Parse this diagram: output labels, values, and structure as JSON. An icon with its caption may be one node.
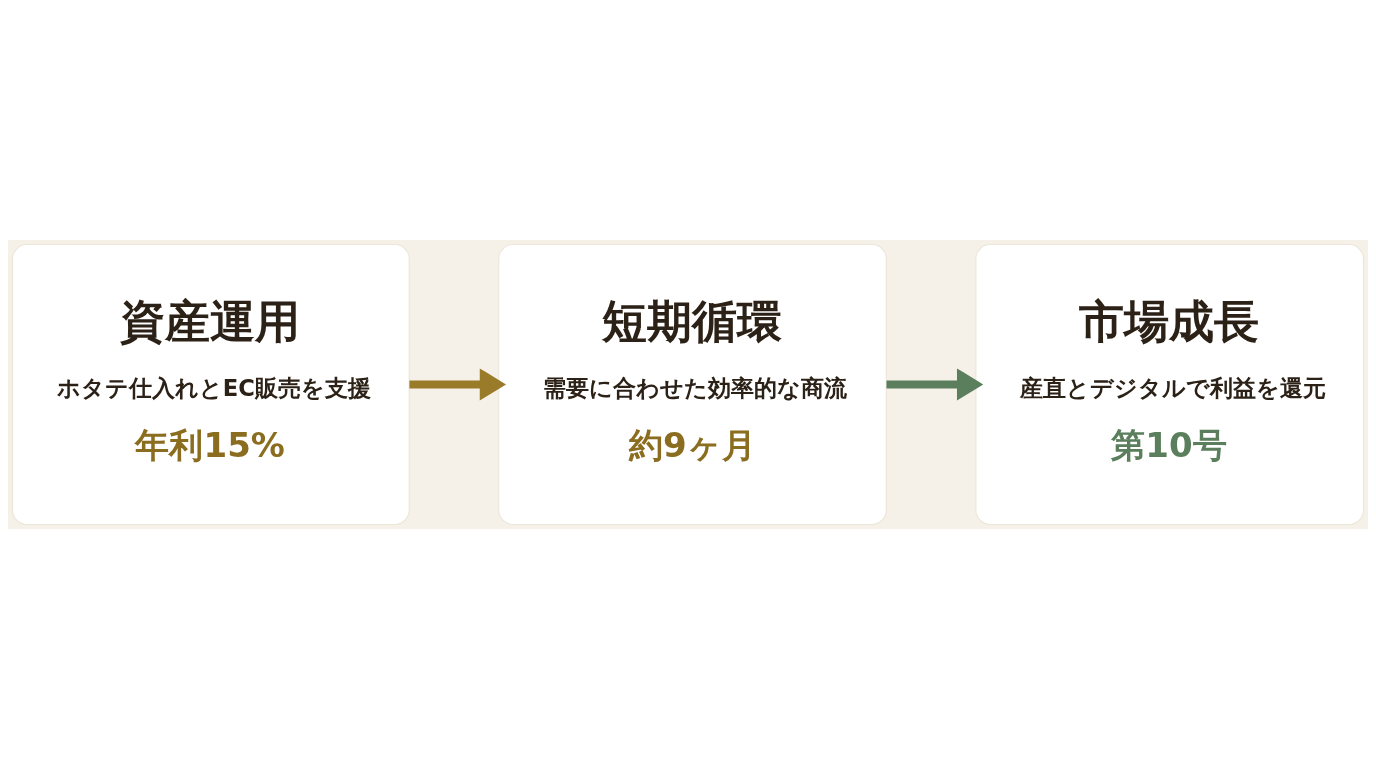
{
  "diagram": {
    "nodes": [
      {
        "text": [
          "資産運用",
          "ホタテ仕入れとEC販売を支援",
          "年利15%"
        ]
      },
      {
        "text": [
          "短期循環",
          "需要に合わせた効率的な商流",
          "約9ヶ月"
        ]
      },
      {
        "text": [
          "市場成長",
          "産直とデジタルで利益を還元",
          "第10号"
        ]
      }
    ],
    "edges": [
      {
        "from": 0,
        "to": 1,
        "arrow": "to",
        "color": "#9a7b2a"
      },
      {
        "from": 1,
        "to": 2,
        "arrow": "to",
        "color": "#5b7f5c"
      }
    ]
  }
}
